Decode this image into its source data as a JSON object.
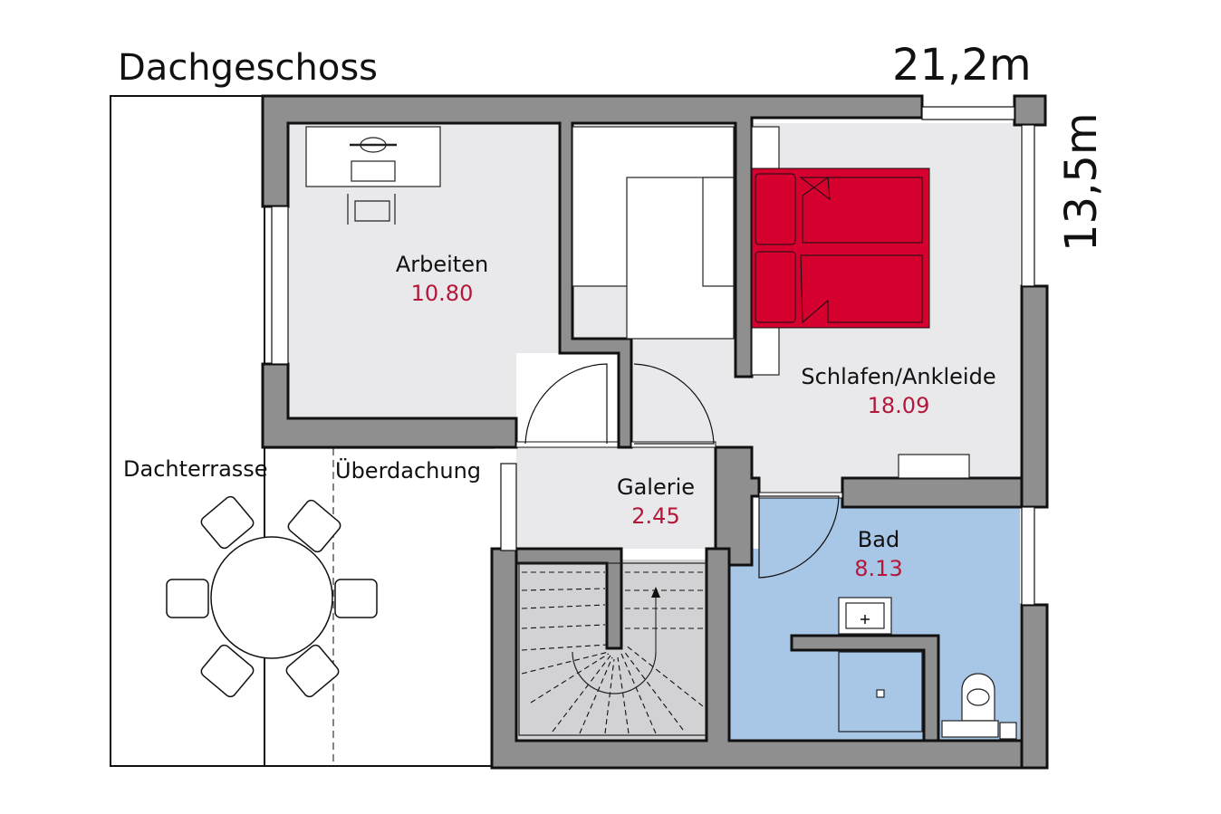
{
  "plan": {
    "floor_title": "Dachgeschoss",
    "width_dimension": "21,2m",
    "depth_dimension": "13,5m",
    "rooms": [
      {
        "name": "Arbeiten",
        "area": "10.80"
      },
      {
        "name": "Schlafen/Ankleide",
        "area": "18.09"
      },
      {
        "name": "Galerie",
        "area": "2.45"
      },
      {
        "name": "Bad",
        "area": "8.13"
      }
    ],
    "outdoor": {
      "terrace": "Dachterrasse",
      "roofing": "Überdachung"
    },
    "colors": {
      "wall": "#8f8f8f",
      "room_floor": "#e9e9ec",
      "bathroom_floor": "#a8c6e6",
      "bed": "#d6002f",
      "area_text": "#b5173a"
    }
  }
}
